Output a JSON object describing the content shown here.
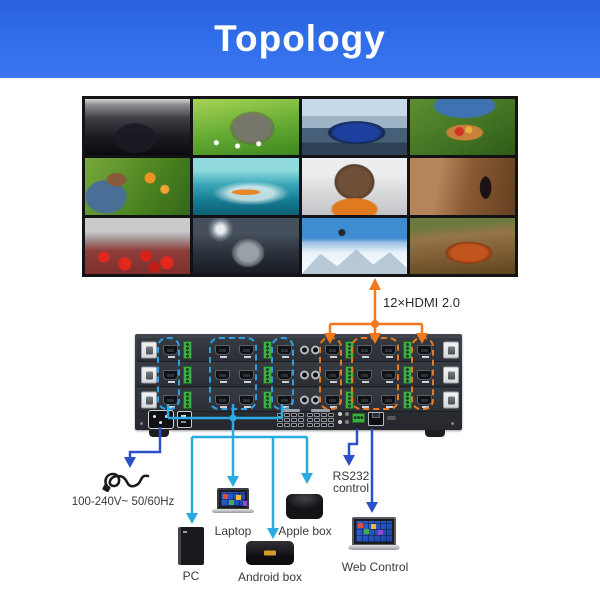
{
  "header": {
    "title": "Topology"
  },
  "wall": {
    "rows": 3,
    "cols": 4,
    "panels": [
      {
        "name": "fashion-runway"
      },
      {
        "name": "kitten-in-grass"
      },
      {
        "name": "blue-sports-car"
      },
      {
        "name": "tomato-basket"
      },
      {
        "name": "boy-picking-fruit"
      },
      {
        "name": "surfer-on-wave"
      },
      {
        "name": "woman-orange-coat"
      },
      {
        "name": "woman-in-canyon"
      },
      {
        "name": "red-poppy-field"
      },
      {
        "name": "girl-with-moon"
      },
      {
        "name": "snowboarder-mountains"
      },
      {
        "name": "red-panda"
      }
    ]
  },
  "connections": {
    "hdmi_outputs_label": "12×HDMI 2.0",
    "power_label": "100-240V~ 50/60Hz",
    "rs232_label_line1": "RS232",
    "rs232_label_line2": "control"
  },
  "devices": {
    "pc": "PC",
    "laptop": "Laptop",
    "apple_box": "Apple box",
    "android_box": "Android box",
    "web_control": "Web Control"
  },
  "icons": {
    "power_cord": "power-cord-icon",
    "pc_tower": "pc-tower-icon",
    "laptop": "laptop-icon",
    "apple_box": "apple-box-icon",
    "android_box": "android-box-icon",
    "web_laptop": "web-control-laptop-icon"
  },
  "colors": {
    "header_bg": "#2F6CE8",
    "output_orange": "#F0791E",
    "input_cyan": "#29ABE2",
    "control_blue": "#2B50C8"
  }
}
